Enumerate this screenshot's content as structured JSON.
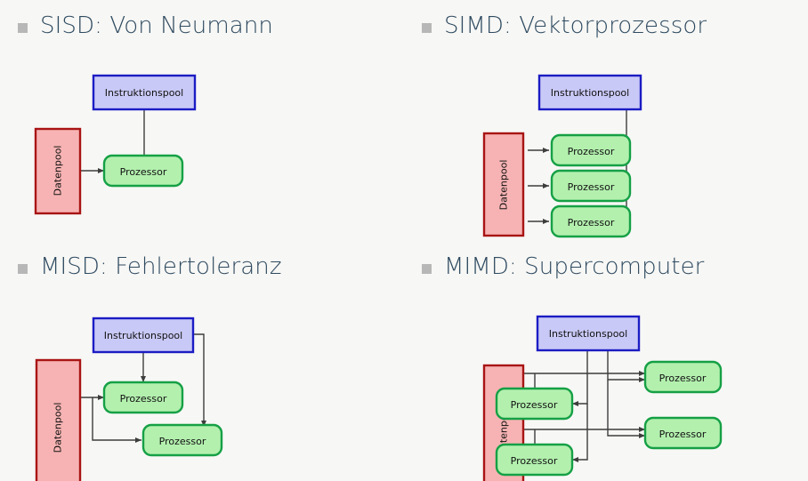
{
  "slide": {
    "background_color": "#f7f7f5",
    "heading_color": "#2e4a60",
    "bullet_color": "#b7b7b7"
  },
  "palette": {
    "instruction_fill": "#c9c9f7",
    "instruction_stroke": "#1c1cc4",
    "data_fill": "#f7b3b3",
    "data_stroke": "#a81414",
    "processor_fill": "#b3f0ae",
    "processor_stroke": "#15a045",
    "arrow_color": "#3d3d3d",
    "text_color": "#111111"
  },
  "labels": {
    "instruction_pool": "Instruktionspool",
    "data_pool": "Datenpool",
    "processor": "Prozessor"
  },
  "quadrants": [
    {
      "id": "sisd",
      "title": "SISD: Von Neumann",
      "instruction_pools": 1,
      "data_pools": 1,
      "processors": 1
    },
    {
      "id": "simd",
      "title": "SIMD: Vektorprozessor",
      "instruction_pools": 1,
      "data_pools": 1,
      "processors": 3
    },
    {
      "id": "misd",
      "title": "MISD: Fehlertoleranz",
      "instruction_pools": 1,
      "data_pools": 1,
      "processors": 2
    },
    {
      "id": "mimd",
      "title": "MIMD: Supercomputer",
      "instruction_pools": 1,
      "data_pools": 1,
      "processors": 4
    }
  ]
}
